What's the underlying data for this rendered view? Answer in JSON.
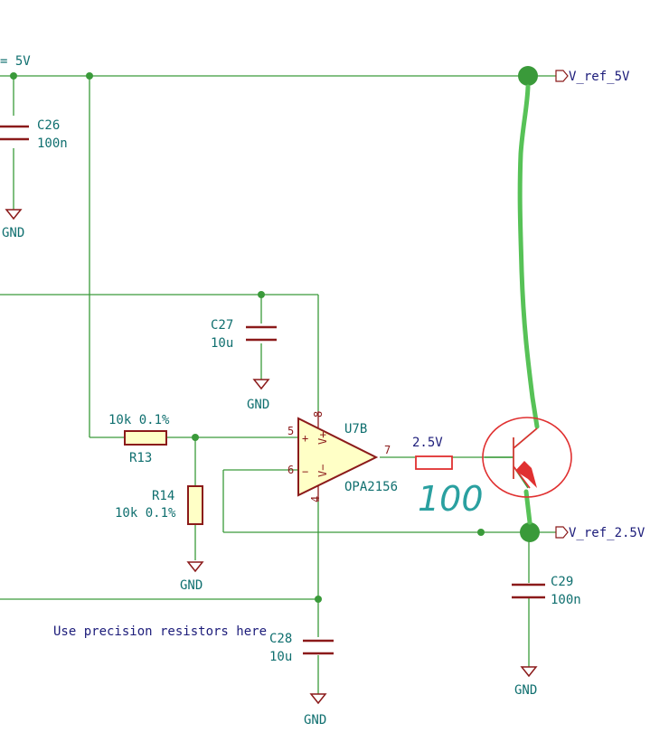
{
  "labels": {
    "power_label": "= 5V",
    "c26_ref": "C26",
    "c26_val": "100n",
    "gnd": "GND",
    "c27_ref": "C27",
    "c27_val": "10u",
    "r13_val": "10k 0.1%",
    "r13_ref": "R13",
    "r14_ref": "R14",
    "r14_val": "10k 0.1%",
    "u7_ref": "U7B",
    "u7_val": "OPA2156",
    "pin5": "5",
    "pin6": "6",
    "pin7": "7",
    "pin8": "8",
    "pin4": "4",
    "plus": "+",
    "minus": "−",
    "vplus": "V+",
    "vminus": "V−",
    "net_2v5": "2.5V",
    "c28_ref": "C28",
    "c28_val": "10u",
    "c29_ref": "C29",
    "c29_val": "100n",
    "note": "Use precision resistors here",
    "vref5": "V_ref_5V",
    "vref25": "V_ref_2.5V",
    "hand_value": "100"
  },
  "colors": {
    "wire": "#3a9a3a",
    "component": "#8b1a1a",
    "component_fill": "#ffffc6",
    "ref_text": "#0f6f6f",
    "note_text": "#1c1c7a",
    "annotation_green": "#57c257",
    "annotation_red": "#e03030",
    "annotation_teal": "#2aa0a0"
  }
}
